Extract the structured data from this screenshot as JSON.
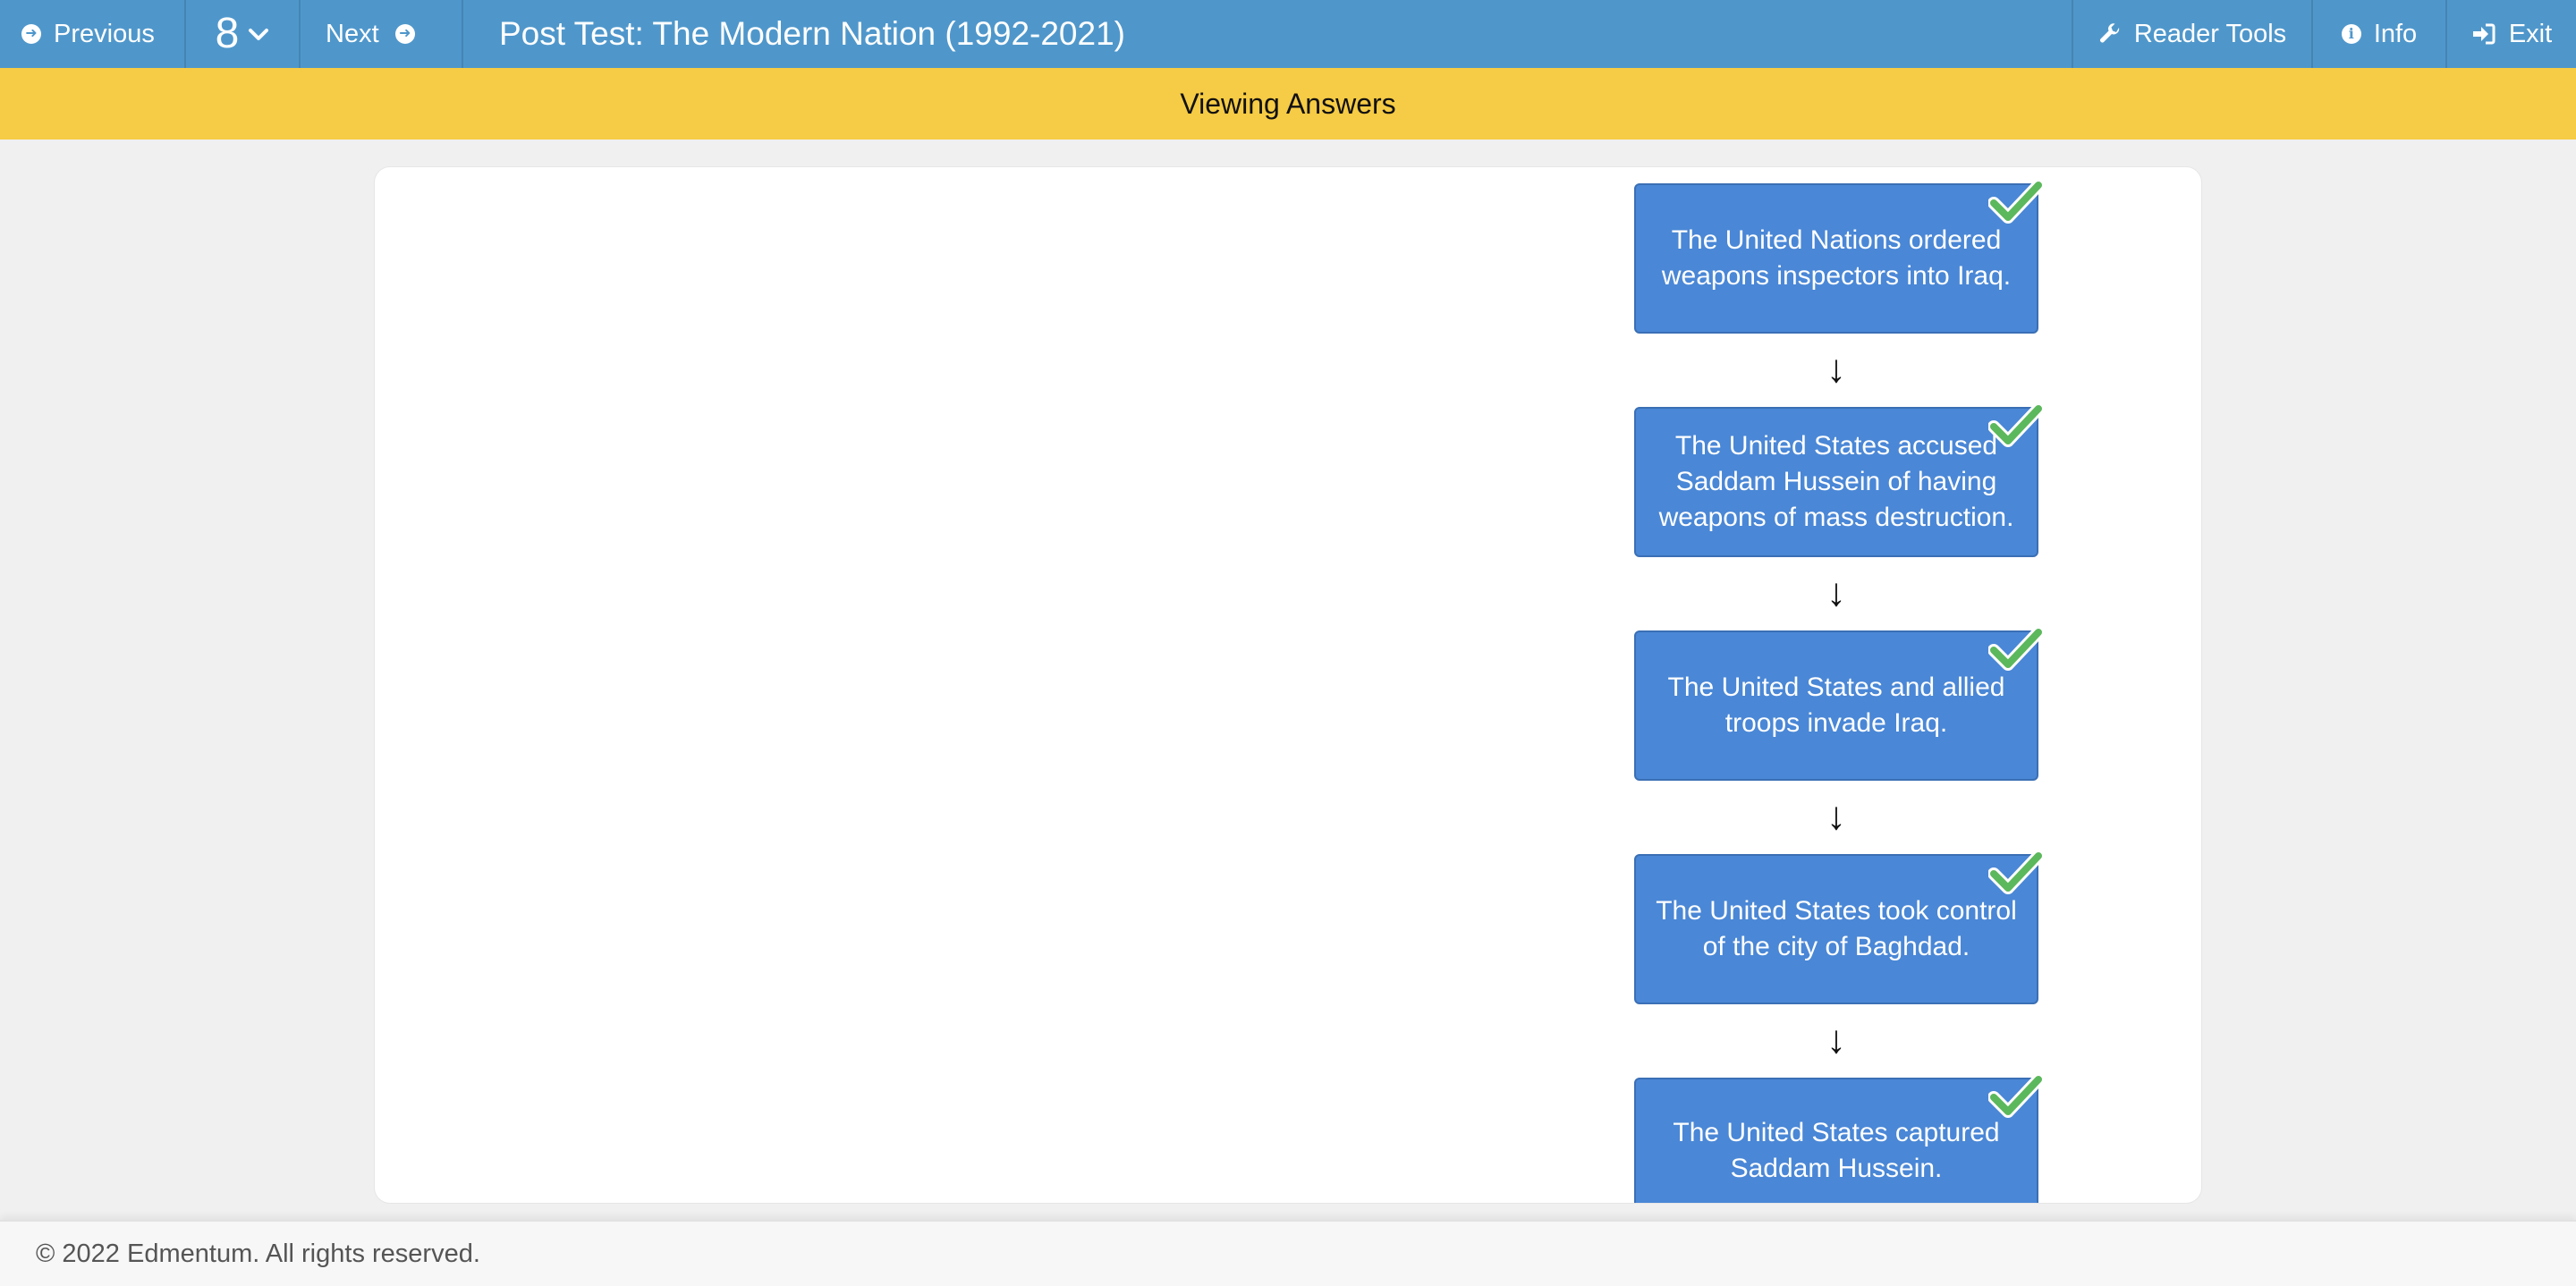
{
  "toolbar": {
    "previous_label": "Previous",
    "question_number": "8",
    "next_label": "Next",
    "title": "Post Test: The Modern Nation (1992-2021)",
    "reader_tools_label": "Reader Tools",
    "info_label": "Info",
    "exit_label": "Exit"
  },
  "banner": {
    "text": "Viewing Answers"
  },
  "sequence": {
    "items": [
      {
        "text": "The United Nations ordered weapons inspectors into Iraq.",
        "correct": true
      },
      {
        "text": "The United States accused Saddam Hussein of having weapons of mass destruction.",
        "correct": true
      },
      {
        "text": "The United States and allied troops invade Iraq.",
        "correct": true
      },
      {
        "text": "The United States took control of the city of Baghdad.",
        "correct": true
      },
      {
        "text": "The United States captured Saddam Hussein.",
        "correct": true
      }
    ],
    "arrow": "↓"
  },
  "footer": {
    "copyright": "© 2022 Edmentum. All rights reserved."
  },
  "colors": {
    "topbar": "#4f97cb",
    "banner": "#f6cb45",
    "box": "#4a87d6",
    "check": "#5cb85c"
  }
}
